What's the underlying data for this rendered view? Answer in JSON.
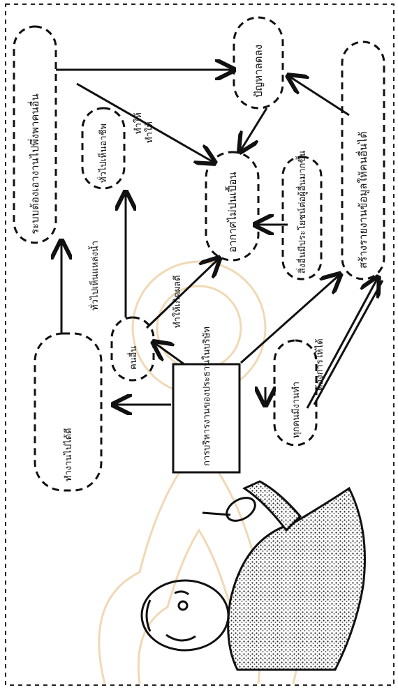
{
  "diagram": {
    "center_box": "การบริหารงานของประธานในบริษัท",
    "nodes": [
      {
        "id": "n1",
        "text": "ระบบต้องเอางานไปพึ่งพาคนอื่น"
      },
      {
        "id": "n2",
        "text": "ปัญหาลดลง"
      },
      {
        "id": "n3",
        "text": "ทั่วไปเห็นอาชีพ"
      },
      {
        "id": "n4",
        "text": "อากาศไม่ปนเปื้อน"
      },
      {
        "id": "n5",
        "text": "สร้างรายงานข้อมูลให้คนอื่นได้"
      },
      {
        "id": "n6",
        "text": "สิ่งอื่นมีประโยชน์ต่อผู้อื่นมากขึ้น"
      },
      {
        "id": "n7",
        "text": "คนอื่น"
      },
      {
        "id": "n8",
        "text": "ทุกคนมีงานทำ"
      },
      {
        "id": "n9",
        "text": "ทำงานไปได้ดี"
      }
    ],
    "edge_labels": [
      {
        "text": "ทำให้"
      },
      {
        "text": "ทำให้เกิดผลดี"
      },
      {
        "text": "ทั่วไปเห็นแหล่งน้ำ"
      },
      {
        "text": "ต้องการให้ได้"
      },
      {
        "text": "ทำให้"
      }
    ]
  },
  "watermark": {
    "icon": "royal-emblem-watermark"
  }
}
